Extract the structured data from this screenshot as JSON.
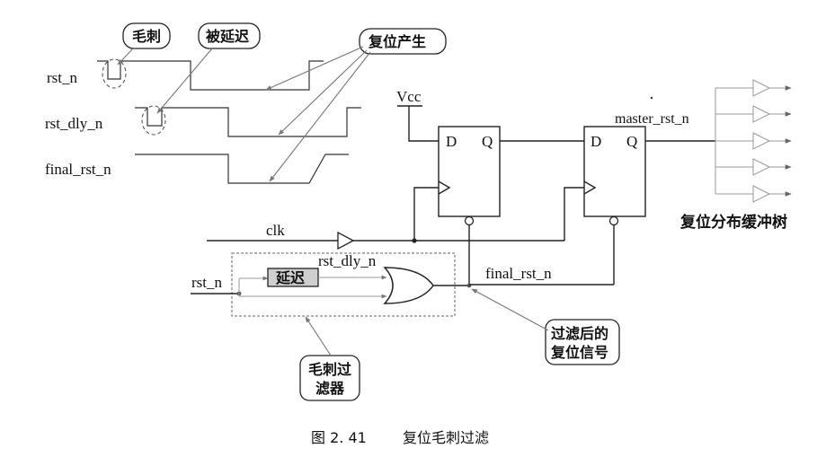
{
  "callouts": {
    "glitch": "毛刺",
    "delayed": "被延迟",
    "reset_generation": "复位产生",
    "filtered_reset": [
      "过滤后的",
      "复位信号"
    ],
    "glitch_filter": [
      "毛刺过",
      "滤器"
    ]
  },
  "waveforms": {
    "rst_n": "rst_n",
    "rst_dly_n": "rst_dly_n",
    "final_rst_n": "final_rst_n"
  },
  "circuit": {
    "vcc": "Vcc",
    "clk": "clk",
    "master_rst_n": "master_rst_n",
    "rst_n_in": "rst_n",
    "rst_dly_n": "rst_dly_n",
    "final_rst_n": "final_rst_n",
    "delay_box": "延迟",
    "ff1_d": "D",
    "ff1_q": "Q",
    "ff2_d": "D",
    "ff2_q": "Q",
    "buffer_tree": "复位分布缓冲树"
  },
  "caption": {
    "number": "图 2. 41",
    "title": "复位毛刺过滤"
  }
}
